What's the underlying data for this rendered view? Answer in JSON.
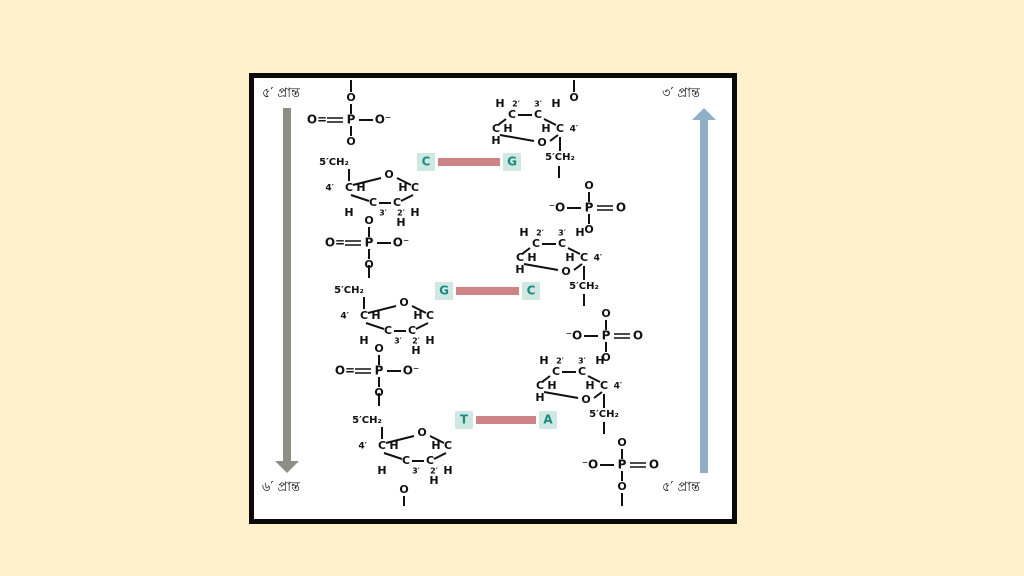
{
  "labels": {
    "top_left_end": "৫′ প্রান্ত",
    "top_right_end": "৩′ প্রান্ত",
    "bottom_left_end": "৬′ প্রান্ত",
    "bottom_right_end": "৫′ প্রান্ত"
  },
  "base_pairs": [
    {
      "left": "C",
      "right": "G"
    },
    {
      "left": "G",
      "right": "C"
    },
    {
      "left": "T",
      "right": "A"
    }
  ],
  "atoms": {
    "phosphorus": "P",
    "oxygen": "O",
    "o_double": "O=",
    "o_minus": "O⁻",
    "minus_o": "⁻O",
    "carbon": "C",
    "hydrogen": "H",
    "ch2_5prime": "5′CH₂",
    "prime_4": "4′",
    "prime_3": "3′",
    "prime_2": "2′"
  },
  "colors": {
    "background": "#fff1cc",
    "frame": "#0a0a0a",
    "arrow_gray": "#8d8f85",
    "arrow_blue": "#8fb0c6",
    "base_box": "#cfe8e2",
    "base_text": "#1b8a80",
    "h_bond": "#b03a3a"
  },
  "icons": [
    "down-arrow-icon",
    "up-arrow-icon"
  ]
}
